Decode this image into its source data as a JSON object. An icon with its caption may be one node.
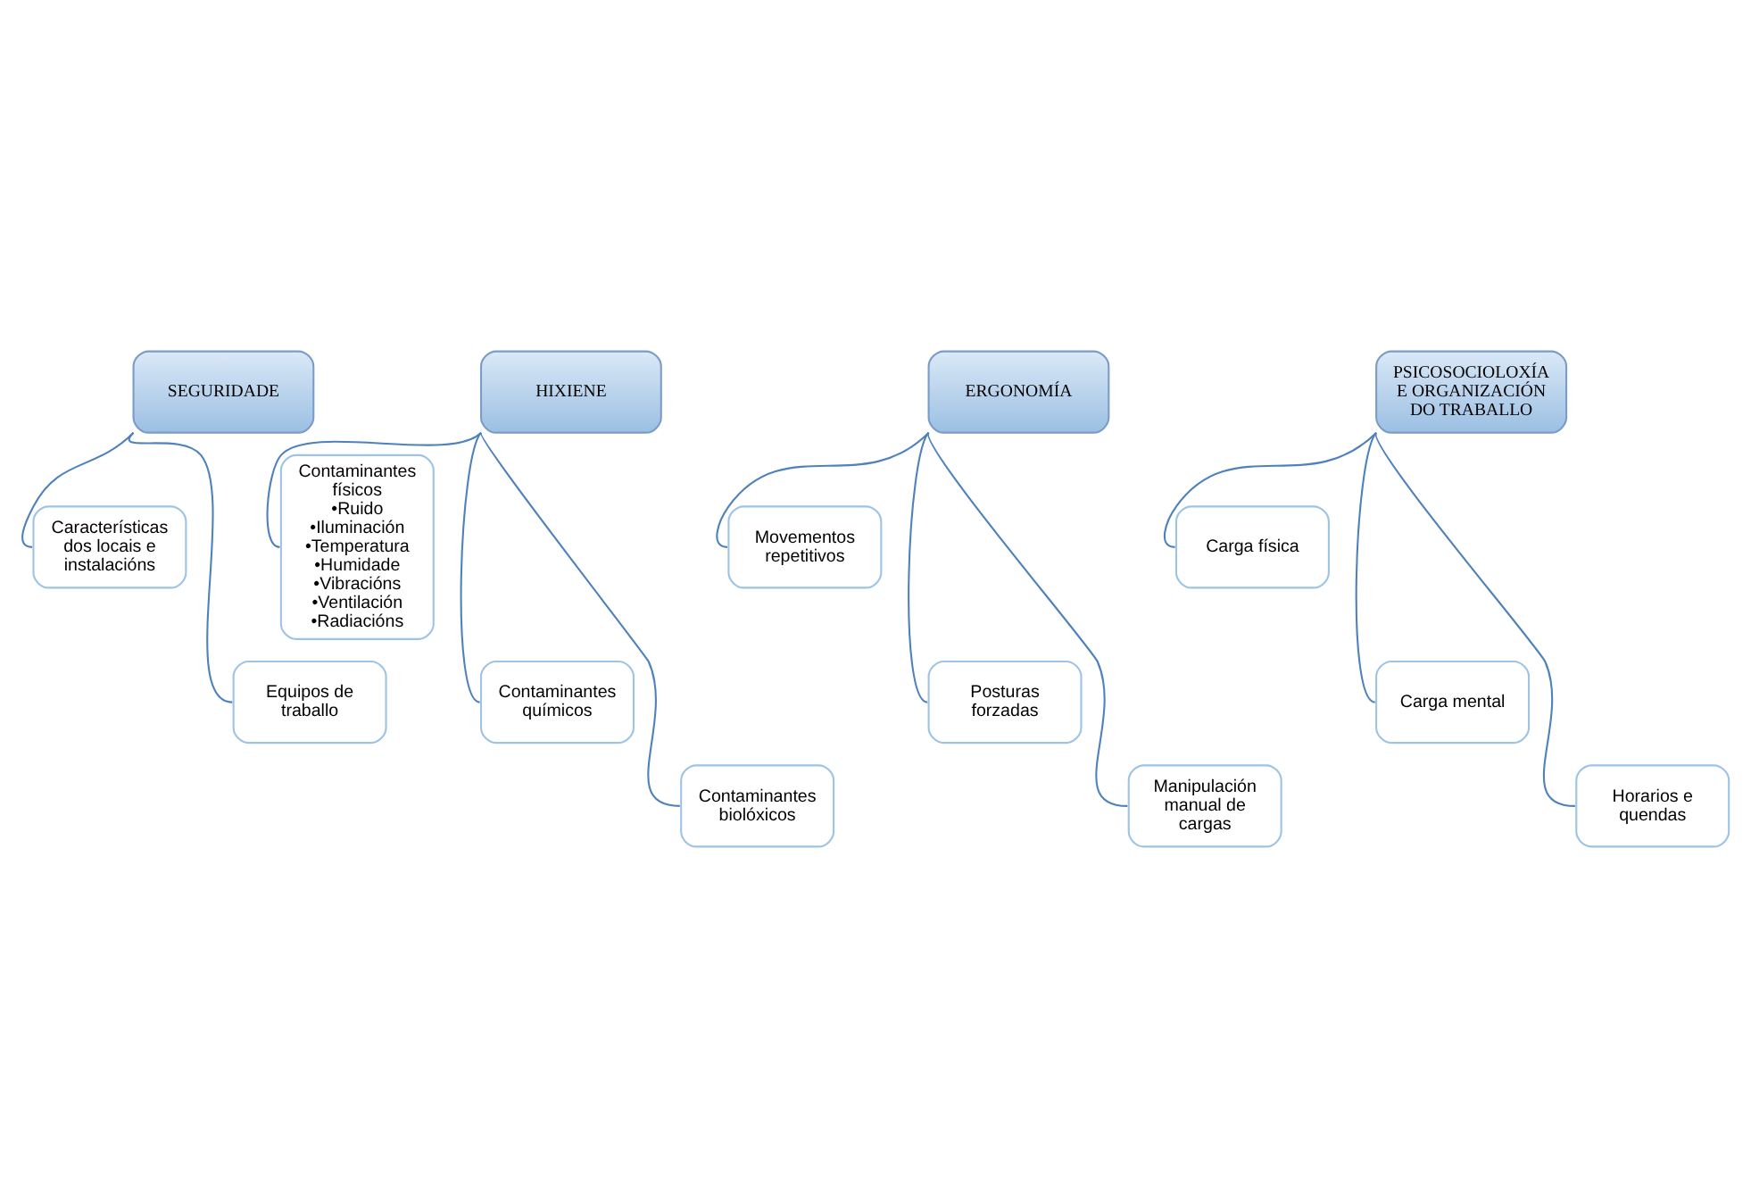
{
  "diagram": {
    "nodes": [
      {
        "text": [
          "SEGURIDADE"
        ]
      },
      {
        "text": [
          "Características dos locais e instalacións"
        ]
      },
      {
        "text": [
          "Equipos de traballo"
        ]
      },
      {
        "text": [
          "HIXIENE"
        ]
      },
      {
        "text": [
          "Contaminantes físicos",
          "•Ruido",
          "•Iluminación",
          "•Temperatura",
          "•Humidade",
          "•Vibracións",
          "•Ventilación",
          "•Radiacións"
        ]
      },
      {
        "text": [
          "Contaminantes químicos"
        ]
      },
      {
        "text": [
          "Contaminantes biolóxicos"
        ]
      },
      {
        "text": [
          "ERGONOMÍA"
        ]
      },
      {
        "text": [
          "Movementos repetitivos"
        ]
      },
      {
        "text": [
          "Posturas forzadas"
        ]
      },
      {
        "text": [
          "Manipulación manual de cargas"
        ]
      },
      {
        "text": [
          "PSICOSOCIOLOXÍA E ORGANIZACIÓN DO TRABALLO"
        ]
      },
      {
        "text": [
          "Carga física"
        ]
      },
      {
        "text": [
          "Carga mental"
        ]
      },
      {
        "text": [
          "Horarios e quendas"
        ]
      }
    ],
    "edges": [
      {
        "from": 0,
        "to": 1,
        "arrow": "none"
      },
      {
        "from": 0,
        "to": 2,
        "arrow": "none"
      },
      {
        "from": 3,
        "to": 4,
        "arrow": "none"
      },
      {
        "from": 3,
        "to": 5,
        "arrow": "none"
      },
      {
        "from": 3,
        "to": 6,
        "arrow": "none"
      },
      {
        "from": 7,
        "to": 8,
        "arrow": "none"
      },
      {
        "from": 7,
        "to": 9,
        "arrow": "none"
      },
      {
        "from": 7,
        "to": 10,
        "arrow": "none"
      },
      {
        "from": 11,
        "to": 12,
        "arrow": "none"
      },
      {
        "from": 11,
        "to": 13,
        "arrow": "none"
      },
      {
        "from": 11,
        "to": 14,
        "arrow": "none"
      }
    ]
  }
}
